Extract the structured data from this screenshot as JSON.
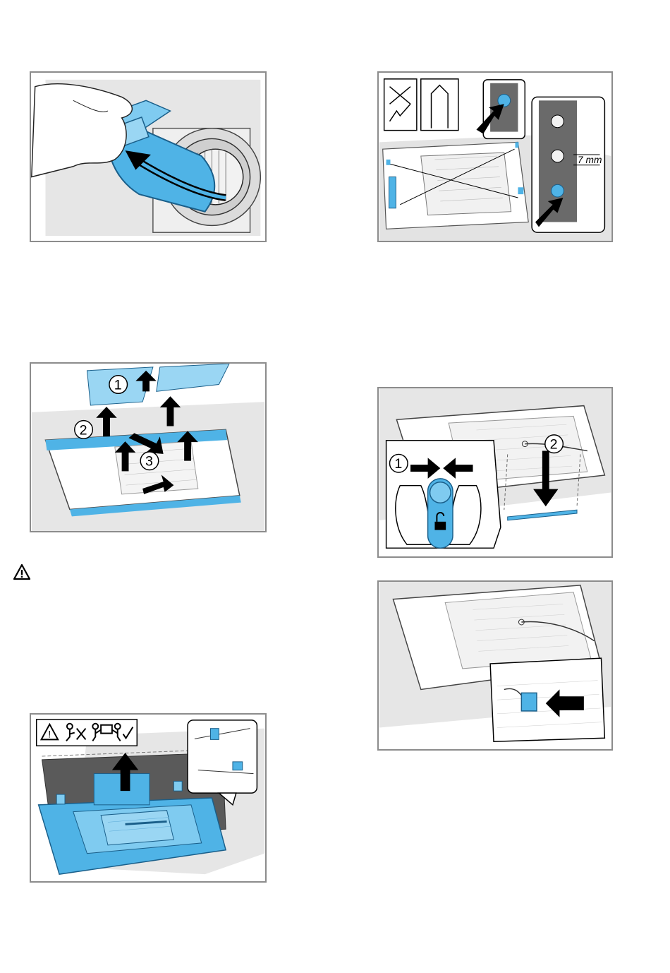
{
  "figures": {
    "pull_cylinder": {
      "icon": "curved-arrow-icon"
    },
    "screw_plate": {
      "measurement": "7 mm",
      "icons": [
        "no-power-drill-icon",
        "screwdriver-check-icon",
        "hex-key-icon"
      ]
    },
    "lift_filter": {
      "steps": [
        "1",
        "2",
        "3"
      ]
    },
    "unlock_bar": {
      "steps": [
        "1",
        "2"
      ],
      "icon": "unlock-icon"
    },
    "connector": {
      "icon": "plug-arrow-icon"
    },
    "lift_panel": {
      "icons": [
        "caution-icon",
        "one-person-cross-icon",
        "two-person-check-icon"
      ]
    }
  },
  "warning": {
    "icon": "warning-triangle-icon"
  },
  "colors": {
    "accent": "#3aa6dc",
    "accent_dark": "#1a6fa8",
    "frame": "#8c8c8c",
    "bg_gray": "#e3e3e3"
  }
}
